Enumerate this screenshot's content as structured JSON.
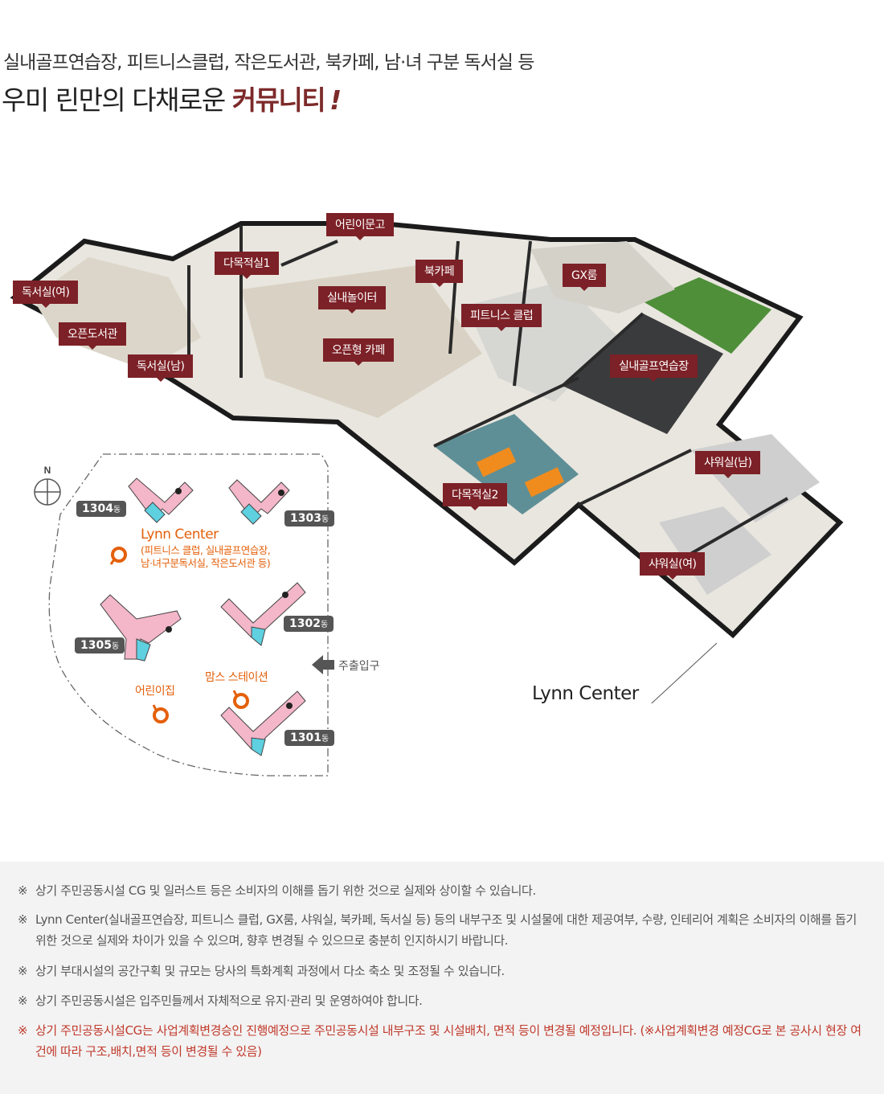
{
  "header": {
    "subtitle": "실내골프연습장, 피트니스클럽, 작은도서관, 북카페, 남·녀 구분 독서실 등",
    "title_main": "우미 린만의 다채로운 ",
    "title_accent": "커뮤니티",
    "title_bang": "!"
  },
  "facility_tags": {
    "kids_library": "어린이문고",
    "multi_room_1": "다목적실1",
    "book_cafe": "북카페",
    "gx_room": "GX룸",
    "reading_women": "독서실(여)",
    "indoor_playground": "실내놀이터",
    "fitness_club": "피트니스 클럽",
    "open_library": "오픈도서관",
    "open_cafe": "오픈형 카페",
    "reading_men": "독서실(남)",
    "indoor_golf": "실내골프연습장",
    "shower_men": "샤워실(남)",
    "multi_room_2": "다목적실2",
    "shower_women": "샤워실(여)"
  },
  "building_label": "Lynn Center",
  "site_map": {
    "north": "N",
    "buildings": [
      "1304",
      "1303",
      "1302",
      "1305",
      "1301"
    ],
    "dong_suffix": "동",
    "lynn_center_title": "Lynn Center",
    "lynn_center_desc_1": "(피트니스 클럽, 실내골프연습장,",
    "lynn_center_desc_2": "남·녀구분독서실, 작은도서관 등)",
    "daycare": "어린이집",
    "moms_station": "맘스 스테이션",
    "main_entrance": "주출입구"
  },
  "notes": {
    "mark": "※",
    "items": [
      "상기 주민공동시설 CG 및 일러스트 등은 소비자의 이해를 돕기 위한 것으로 실제와 상이할 수 있습니다.",
      "Lynn Center(실내골프연습장, 피트니스 클럽, GX룸, 샤워실, 북카페, 독서실 등) 등의 내부구조 및 시설물에 대한 제공여부, 수량, 인테리어 계획은 소비자의 이해를 돕기 위한 것으로 실제와 차이가 있을 수 있으며, 향후 변경될 수 있으므로 충분히 인지하시기 바랍니다.",
      "상기 부대시설의 공간구획 및 규모는 당사의 특화계획 과정에서 다소 축소 및 조정될 수 있습니다.",
      "상기 주민공동시설은 입주민들께서 자체적으로 유지·관리 및 운영하여야 합니다.",
      "상기 주민공동시설CG는 사업계획변경승인 진행예정으로 주민공동시설 내부구조 및 시설배치, 면적 등이 변경될 예정입니다. (※사업계획변경 예정CG로 본 공사시 현장 여건에 따라 구조,배치,면적 등이 변경될 수 있음)"
    ]
  },
  "colors": {
    "tag_bg": "#7c2127",
    "accent": "#7d2a2a",
    "orange": "#e4600a",
    "notes_bg": "#f3f3f3"
  }
}
